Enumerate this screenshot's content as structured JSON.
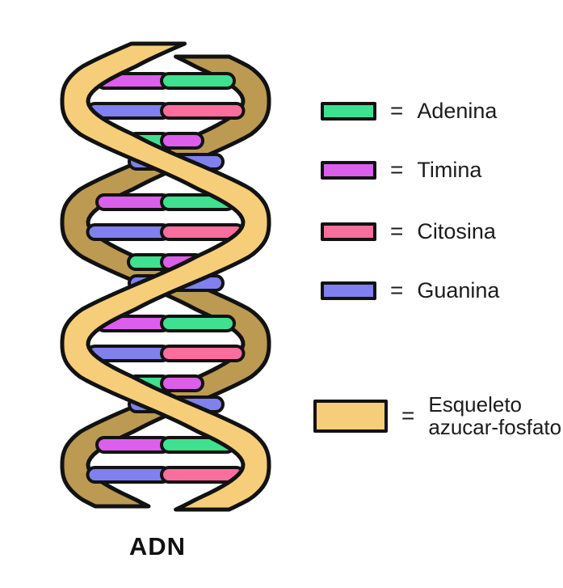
{
  "title": "ADN",
  "legend": {
    "equals": "=",
    "items": [
      {
        "key": "adenina",
        "label": "Adenina"
      },
      {
        "key": "timina",
        "label": "Timina"
      },
      {
        "key": "citosina",
        "label": "Citosina"
      },
      {
        "key": "guanina",
        "label": "Guanina"
      }
    ],
    "backbone": {
      "key": "backbone_front",
      "label_line1": "Esqueleto",
      "label_line2": "azucar-fosfato"
    }
  },
  "colors": {
    "adenina": "#3FE08F",
    "timina": "#DB5FEA",
    "citosina": "#FA6E9E",
    "guanina": "#8080EE",
    "backbone_front": "#F6CE79",
    "backbone_back": "#BC9A52",
    "outline": "#121212"
  },
  "helix": {
    "strands": [
      "backbone_front",
      "backbone_back"
    ],
    "rungs": [
      {
        "left": "timina",
        "right": "adenina"
      },
      {
        "left": "guanina",
        "right": "citosina"
      },
      {
        "left": "adenina",
        "right": "timina"
      },
      {
        "left": "timina",
        "right": "adenina"
      },
      {
        "left": "guanina",
        "right": "citosina"
      },
      {
        "left": "adenina",
        "right": "timina"
      },
      {
        "left": "timina",
        "right": "adenina"
      },
      {
        "left": "guanina",
        "right": "citosina"
      },
      {
        "left": "adenina",
        "right": "timina"
      },
      {
        "left": "timina",
        "right": "adenina"
      },
      {
        "left": "guanina",
        "right": "citosina"
      }
    ],
    "crossover_peek_base": "guanina"
  }
}
